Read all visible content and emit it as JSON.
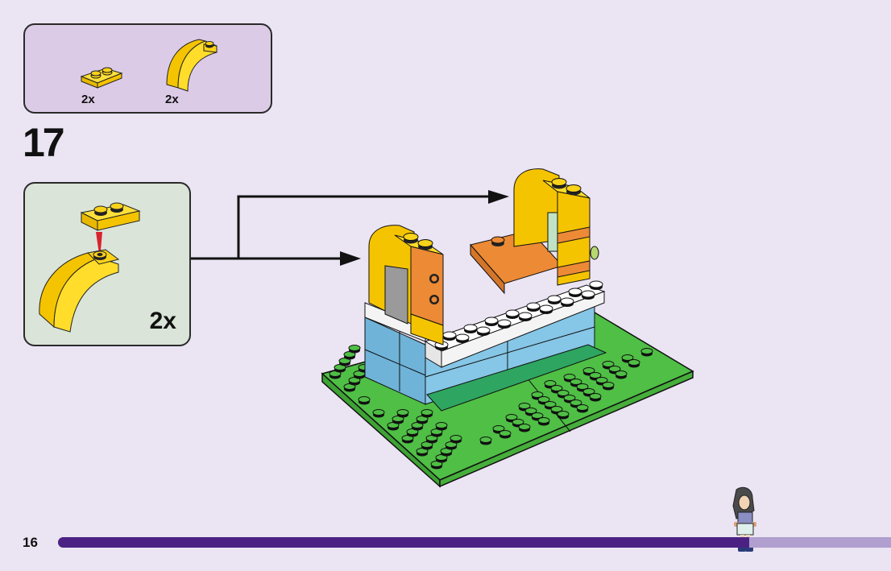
{
  "parts_list": {
    "items": [
      {
        "name": "yellow 1x2 plate",
        "quantity": "2x"
      },
      {
        "name": "yellow curved arch brick",
        "quantity": "2x"
      }
    ]
  },
  "step": {
    "number": "17",
    "subassembly_quantity": "2x"
  },
  "footer": {
    "page_number": "16",
    "progress_fraction": 0.83
  },
  "colors": {
    "background": "#ebe4f3",
    "parts_box": "#dccbe6",
    "subassembly_box": "#dae4d8",
    "progress_fill": "#4b2283",
    "progress_track": "#b09fcf",
    "yellow": "#f9d21a",
    "green": "#4fbf45",
    "blue": "#72b6dc",
    "orange": "#ec8a35"
  }
}
